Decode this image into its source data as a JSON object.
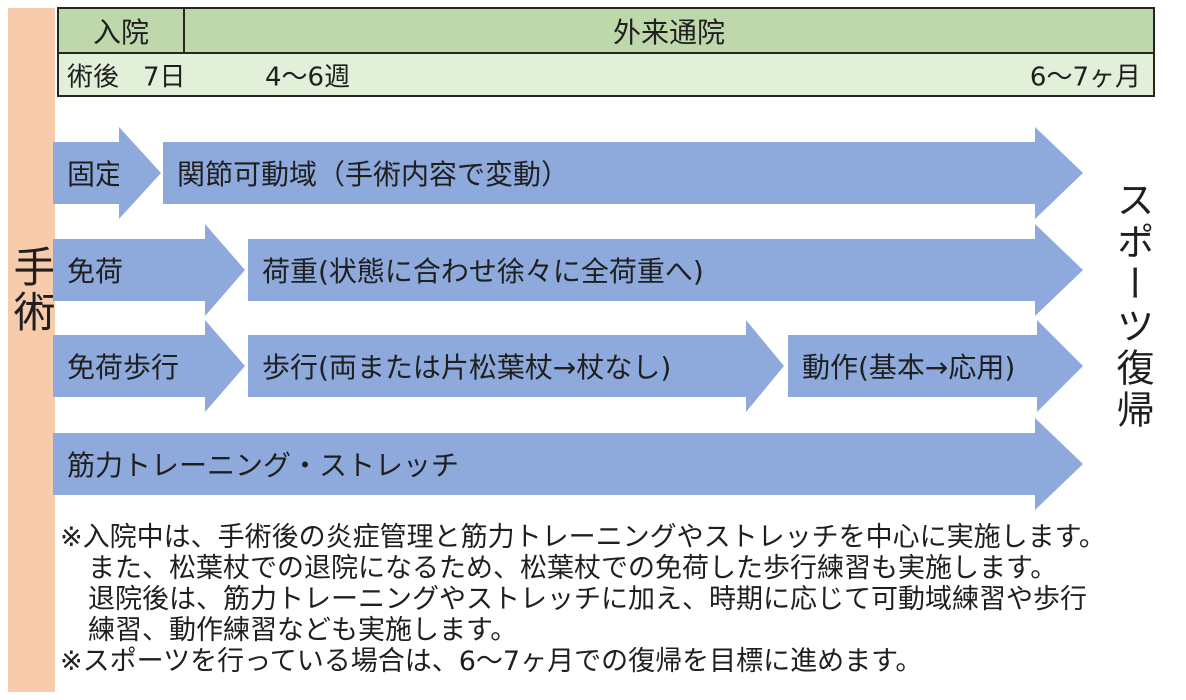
{
  "colors": {
    "sidebar_orange": "#f8cbad",
    "header_green": "#bed8ab",
    "timeline_green": "#e2efd9",
    "arrow_blue": "#8ea9db"
  },
  "sidebar": {
    "label": "手術"
  },
  "header": {
    "inpatient": "入院",
    "outpatient": "外来通院"
  },
  "timeline": {
    "post_op": "術後",
    "day_7": "7日",
    "week_4_6": "4～6週",
    "month_6_7": "6～7ヶ月"
  },
  "arrows": {
    "fixation": "固定",
    "rom": "関節可動域（手術内容で変動）",
    "non_weight_bearing": "免荷",
    "weight_bearing": "荷重(状態に合わせ徐々に全荷重へ)",
    "non_weight_walking": "免荷歩行",
    "walking": "歩行(両または片松葉杖→杖なし)",
    "movement": "動作(基本→応用)",
    "strength": "筋力トレーニング・ストレッチ"
  },
  "goal": {
    "label": "スポーツ復帰"
  },
  "notes": {
    "lines": [
      "※入院中は、手術後の炎症管理と筋力トレーニングやストレッチを中心に実施します。",
      "また、松葉杖での退院になるため、松葉杖での免荷した歩行練習も実施します。",
      "退院後は、筋力トレーニングやストレッチに加え、時期に応じて可動域練習や歩行",
      "練習、動作練習なども実施します。",
      "※スポーツを行っている場合は、6～7ヶ月での復帰を目標に進めます。"
    ]
  }
}
